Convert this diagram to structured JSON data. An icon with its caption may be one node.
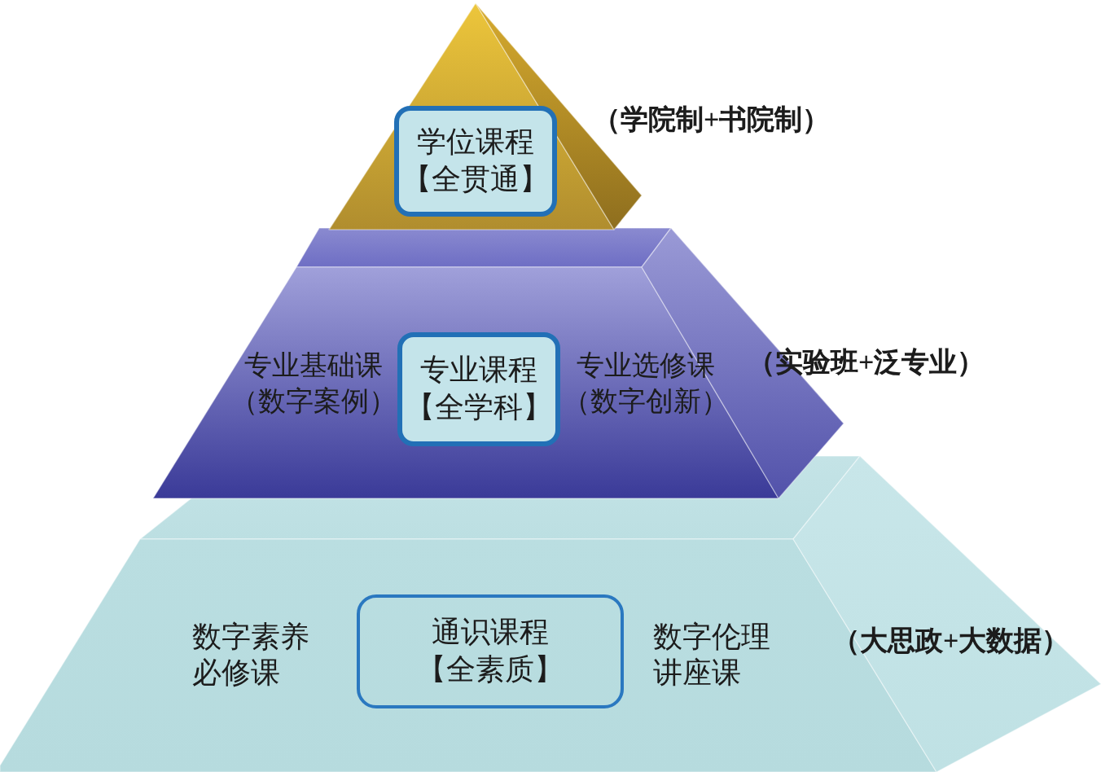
{
  "diagram": {
    "nodes": [
      {
        "text": [],
        "shape": "triangle",
        "beside": [
          "（学院制+书院制）"
        ]
      },
      {
        "text": [
          "学位课程【全贯通】"
        ],
        "in": 0
      },
      {
        "text": [
          "专业基础课（数字案例）",
          "专业选修课（数字创新）"
        ],
        "beside": [
          "（实验班+泛专业）"
        ]
      },
      {
        "text": [
          "专业课程【全学科】"
        ],
        "in": 2
      },
      {
        "text": [
          "数字素养必修课",
          "数字伦理讲座课"
        ],
        "beside": [
          "（大思政+大数据）"
        ]
      },
      {
        "text": [
          "通识课程【全素质】"
        ],
        "in": 4
      }
    ]
  }
}
